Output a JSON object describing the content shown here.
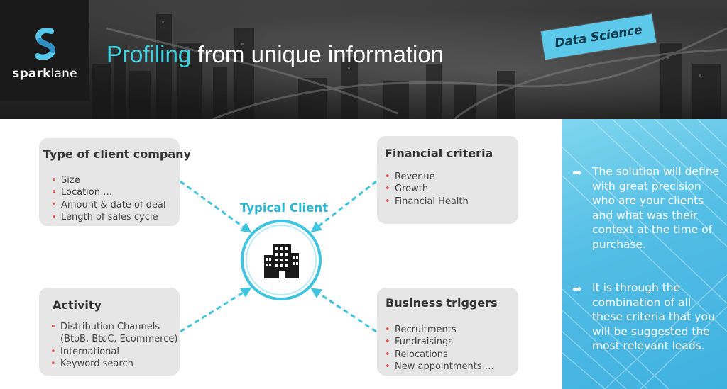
{
  "header": {
    "logo_text_bold": "spark",
    "logo_text_light": "lane",
    "title_accent": "Profiling",
    "title_rest": " from unique information",
    "tag_label": "Data Science"
  },
  "center": {
    "label": "Typical Client",
    "icon": "building-icon"
  },
  "boxes": {
    "client_type": {
      "title": "Type of client company",
      "items": [
        "Size",
        "Location …",
        "Amount & date of deal",
        "Length of sales cycle"
      ]
    },
    "financial": {
      "title": "Financial criteria",
      "items": [
        "Revenue",
        "Growth",
        "Financial Health"
      ]
    },
    "activity": {
      "title": "Activity",
      "items": [
        "Distribution Channels",
        "(BtoB, BtoC, Ecommerce)",
        "International",
        "Keyword search"
      ]
    },
    "triggers": {
      "title": "Business triggers",
      "items": [
        "Recruitments",
        "Fundraisings",
        "Relocations",
        "New appointments …"
      ]
    }
  },
  "side_panel": {
    "points": [
      "The solution will define with great precision who are your clients and what was their context at the time of purchase.",
      "It is through the combination of all these criteria that you will be suggested the most relevant leads."
    ]
  },
  "colors": {
    "accent": "#3fd0e0",
    "arrow": "#3fc4e0",
    "bullet": "#d9534f",
    "panel": "#52bde5",
    "tag": "#5cc8ea"
  }
}
